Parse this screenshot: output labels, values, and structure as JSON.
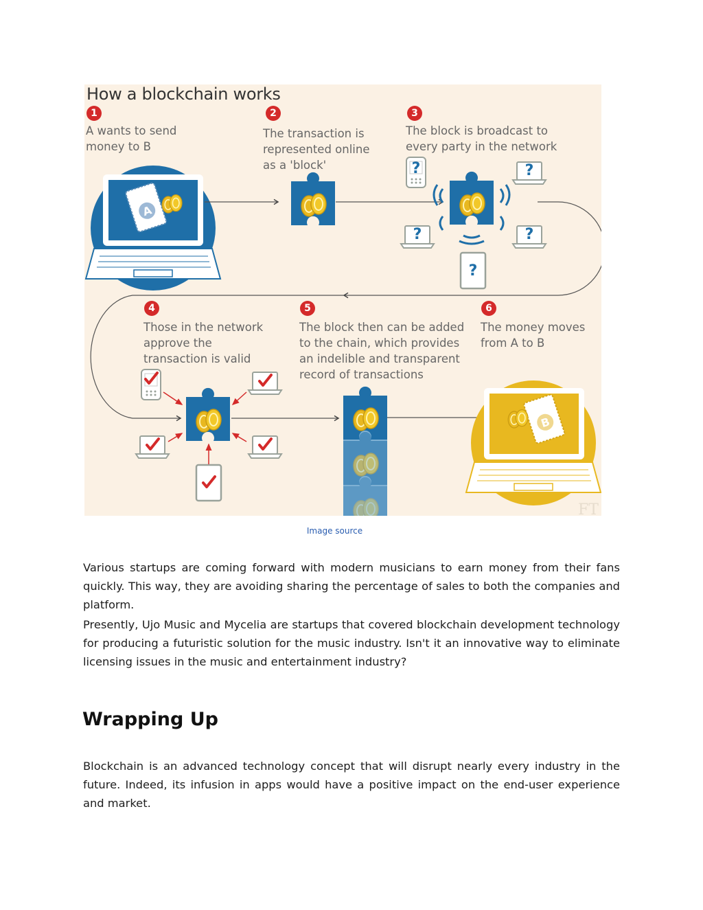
{
  "figure": {
    "title": "How a blockchain works",
    "steps": [
      {
        "num": "1",
        "text": "A wants to send\nmoney to B"
      },
      {
        "num": "2",
        "text": "The transaction is\nrepresented online\nas a 'block'"
      },
      {
        "num": "3",
        "text": "The block is broadcast to\nevery party in the network"
      },
      {
        "num": "4",
        "text": "Those in the network\napprove the\ntransaction is valid"
      },
      {
        "num": "5",
        "text": "The block then can be added\nto the chain, which provides\nan indelible and transparent\nrecord of transactions"
      },
      {
        "num": "6",
        "text": "The money moves\nfrom A to B"
      }
    ],
    "wallet_a_label": "A",
    "wallet_b_label": "B",
    "question_mark": "?",
    "watermark": "FT",
    "colors": {
      "blue": "#1f6fa8",
      "gold": "#e8b820",
      "red": "#d42a2a",
      "background": "#fbf1e4"
    }
  },
  "caption": "Image source",
  "paragraphs": [
    "Various startups are coming forward with modern musicians to earn money from their fans quickly. This way, they are avoiding sharing the percentage of sales to both the companies and platform.",
    "Presently, Ujo Music and Mycelia are startups that covered blockchain development technology for producing a futuristic solution for the music industry. Isn't it an innovative way to eliminate licensing issues in the music and entertainment industry?"
  ],
  "section_heading": "Wrapping Up",
  "closing_paragraph": "Blockchain is an advanced technology concept that will disrupt nearly every industry in the future. Indeed, its infusion in apps would have a positive impact on the end-user experience and market."
}
